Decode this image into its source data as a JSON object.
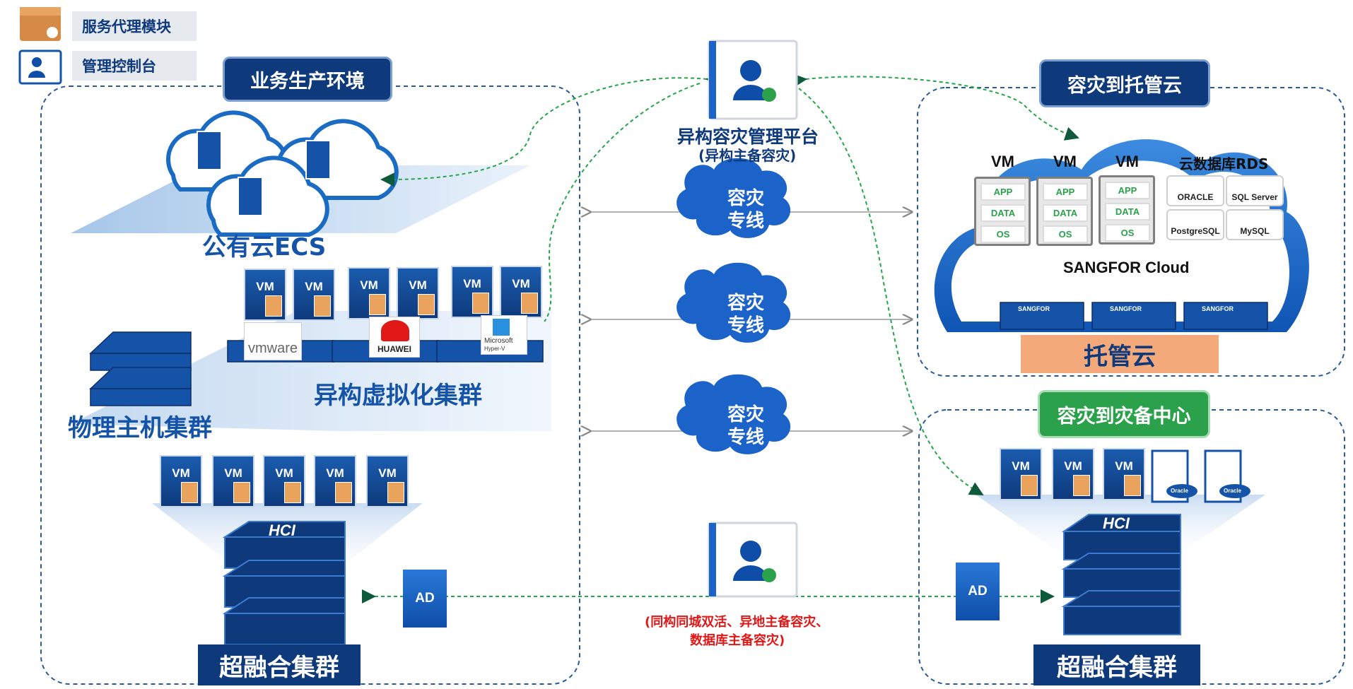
{
  "legend": {
    "service_proxy": "服务代理模块",
    "mgmt_console": "管理控制台"
  },
  "left_zone": {
    "title": "业务生产环境",
    "public_cloud_label": "公有云ECS",
    "virt_cluster_label": "异构虚拟化集群",
    "physical_cluster_label": "物理主机集群",
    "hci_cluster_label": "超融合集群",
    "vm_label": "VM",
    "ad_label": "AD",
    "hci_label": "HCI",
    "vendors": {
      "vmware": "vmware",
      "huawei": "HUAWEI",
      "microsoft": "Microsoft",
      "hyperv": "Hyper-V"
    }
  },
  "center": {
    "platform_title": "异构容灾管理平台",
    "platform_subtitle": "(异构主备容灾)",
    "links": [
      {
        "line1": "容灾",
        "line2": "专线"
      },
      {
        "line1": "容灾",
        "line2": "专线"
      },
      {
        "line1": "容灾",
        "line2": "专线"
      }
    ],
    "bottom_note_line1": "(同构同城双活、异地主备容灾、",
    "bottom_note_line2": "数据库主备容灾)"
  },
  "cloud_zone": {
    "title": "容灾到托管云",
    "vm_label": "VM",
    "stack_items": [
      "APP",
      "DATA",
      "OS"
    ],
    "rds_title": "云数据库RDS",
    "rds_dbs": [
      "ORACLE",
      "SQL Server",
      "PostgreSQL",
      "MySQL"
    ],
    "cloud_name": "SANGFOR Cloud",
    "hosted_label": "托管云",
    "server_brand": "SANGFOR"
  },
  "dr_zone": {
    "title": "容灾到灾备中心",
    "vm_label": "VM",
    "ad_label": "AD",
    "hci_label": "HCI",
    "hci_cluster_label": "超融合集群",
    "db_label": "Oracle"
  },
  "colors": {
    "navy": "#0e3a7c",
    "green": "#2aa14a",
    "dashed_border": "#2a5a9a",
    "link_green": "#26a64a",
    "red": "#e01818"
  }
}
